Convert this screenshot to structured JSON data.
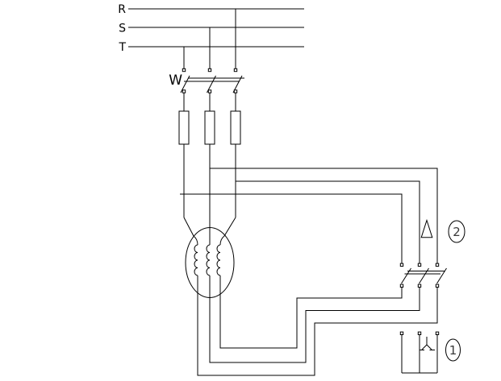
{
  "diagram": {
    "kind": "three-phase star-delta motor starter power schematic",
    "colors": {
      "background": "#ffffff",
      "line": "#000000",
      "badge_digit": "#3a3a3a"
    },
    "phases": {
      "r": "R",
      "s": "S",
      "t": "T"
    },
    "main_switch": {
      "label": "W",
      "poles": 3,
      "state": "open"
    },
    "fuses": {
      "count": 3
    },
    "motor": {
      "windings": 3
    },
    "delta_contactor": {
      "badge": "2",
      "symbol": "delta-triangle-icon",
      "poles": 3,
      "state": "open"
    },
    "star_contactor": {
      "badge": "1",
      "symbol": "star-wye-icon",
      "poles": 3,
      "state": "open"
    }
  }
}
